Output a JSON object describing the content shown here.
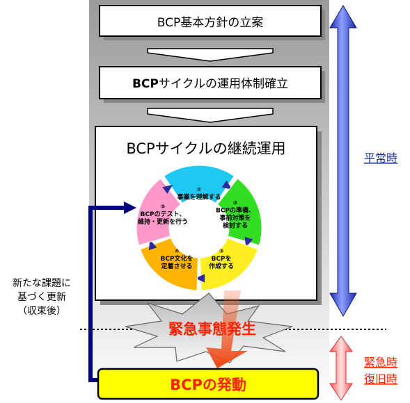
{
  "steps": {
    "step1": "BCP基本方針の立案",
    "step2_prefix": "BCP",
    "step2_suffix": "サイクルの運用体制確立",
    "step3_title": "BCPサイクルの継続運用"
  },
  "cycle": {
    "segments": [
      {
        "num": "①",
        "lines": [
          "事業を理解する"
        ],
        "color": "#1ec8f0"
      },
      {
        "num": "②",
        "lines": [
          "BCPの準備、",
          "事前対策を",
          "検討する"
        ],
        "color": "#33dd22"
      },
      {
        "num": "③",
        "lines": [
          "BCPを",
          "作成する"
        ],
        "color": "#ffee22"
      },
      {
        "num": "④",
        "lines": [
          "BCP文化を",
          "定着させる"
        ],
        "color": "#ffb400"
      },
      {
        "num": "⑤",
        "lines": [
          "BCPのテスト、",
          "維持・更新を行う"
        ],
        "color": "#ff99cc"
      }
    ]
  },
  "side": {
    "normal_time": "平常時",
    "emergency_time": "緊急時",
    "recovery_time": "復旧時",
    "update_note": [
      "新たな課題に",
      "基づく更新",
      "（収束後）"
    ]
  },
  "emergency": {
    "event": "緊急事態発生",
    "activation": "BCPの発動"
  },
  "colors": {
    "blue_arrow": "#3344cc",
    "red_text": "#ff2200",
    "yellow_box": "#ffff00",
    "navy_line": "#000080",
    "link_blue": "#1a3399"
  }
}
